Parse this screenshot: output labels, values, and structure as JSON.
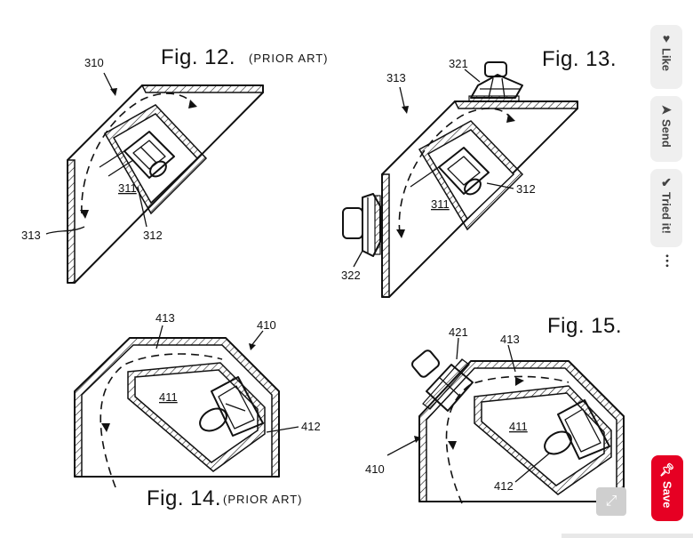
{
  "figures": {
    "fig12": {
      "title": "Fig. 12.",
      "note": "(PRIOR ART)",
      "refs": {
        "enclosure": "310",
        "baffle": "313",
        "driver": "312",
        "chamber": "311",
        "port": "313"
      }
    },
    "fig13": {
      "title": "Fig. 13.",
      "refs": {
        "enclosure": "313",
        "top_driver": "321",
        "side_driver": "322",
        "driver": "312",
        "chamber": "311"
      }
    },
    "fig14": {
      "title": "Fig. 14.",
      "note": "(PRIOR ART)",
      "refs": {
        "top": "413",
        "enclosure": "410",
        "chamber": "411",
        "driver": "412"
      }
    },
    "fig15": {
      "title": "Fig. 15.",
      "refs": {
        "driver_top": "421",
        "top": "413",
        "chamber": "411",
        "driver": "412",
        "enclosure": "410"
      }
    }
  },
  "actions": {
    "like": "Like",
    "send": "Send",
    "tried": "Tried it!",
    "more": "•••",
    "save": "Save"
  },
  "icons": {
    "like": "heart-icon",
    "send": "send-icon",
    "tried": "check-icon",
    "save": "pin-icon",
    "expand": "expand-icon"
  },
  "colors": {
    "save_button": "#e60023",
    "rail_button": "#efefef"
  }
}
